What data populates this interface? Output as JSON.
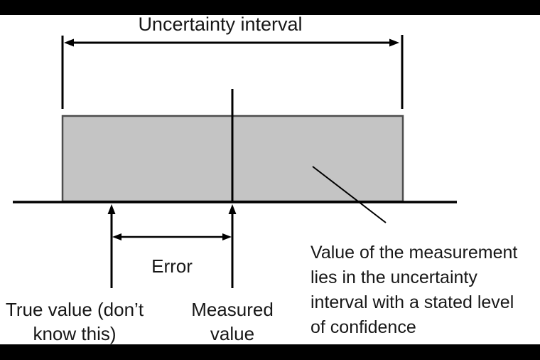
{
  "colors": {
    "letterbox": "#000000",
    "canvas": "#ffffff",
    "box_fill": "#c4c4c4",
    "box_border": "#4d4d4d",
    "line": "#000000",
    "text": "#171717"
  },
  "diagram": {
    "title": "Uncertainty interval",
    "error_label": "Error",
    "true_value_label": {
      "line1": "True value (don’t",
      "line2": "know this)"
    },
    "measured_value_label": {
      "line1": "Measured",
      "line2": "value"
    },
    "annotation": {
      "line1": "Value of the measurement",
      "line2": "lies in the uncertainty",
      "line3": "interval with a stated level",
      "line4": "of confidence"
    }
  }
}
